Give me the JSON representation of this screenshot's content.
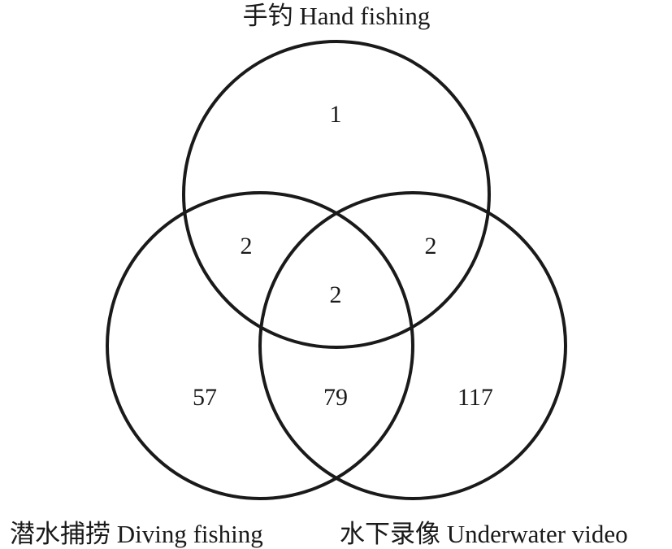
{
  "sets": [
    {
      "id": "hand",
      "label": "手钓 Hand fishing"
    },
    {
      "id": "diving",
      "label": "潜水捕捞 Diving fishing"
    },
    {
      "id": "video",
      "label": "水下录像 Underwater video"
    }
  ],
  "regions": {
    "hand_only": "1",
    "hand_diving": "2",
    "hand_video": "2",
    "all_three": "2",
    "diving_only": "57",
    "diving_video": "79",
    "video_only": "117"
  },
  "colors": {
    "stroke": "#1a1a1a"
  }
}
